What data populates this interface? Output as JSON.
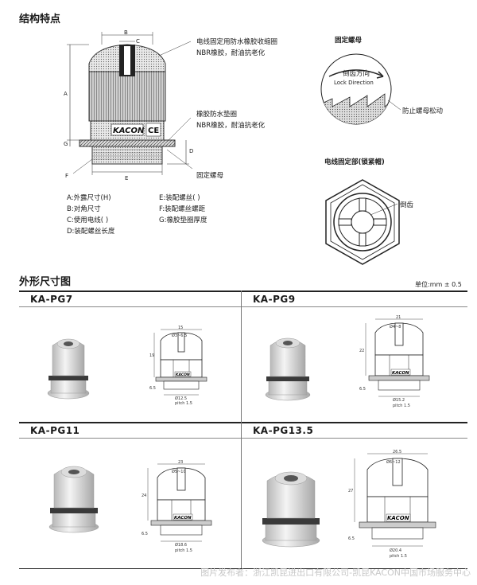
{
  "section1": {
    "title": "结构特点",
    "dims": {
      "A": "A",
      "B": "B",
      "C": "C",
      "D": "D",
      "E": "E",
      "F": "F",
      "G": "G"
    },
    "brand": "KACON",
    "ce": "CE",
    "callouts": {
      "seal_name": "电线固定用防水橡胶收缩圈",
      "seal_mat": "NBR橡胶，耐油抗老化",
      "gasket_name": "橡胶防水垫圈",
      "gasket_mat": "NBR橡胶，耐油抗老化",
      "nut": "固定螺母"
    },
    "legend": [
      "A:外露尺寸(H)",
      "B:对角尺寸",
      "C:使用电线(  )",
      "D:装配螺丝长度",
      "E:装配螺丝(  )",
      "F:装配螺丝螺距",
      "G:橡胶垫圈厚度"
    ],
    "nut_detail": {
      "title": "固定螺母",
      "arrow_cn": "倒齿方向",
      "arrow_en": "Lock Direction",
      "anti_loose": "防止螺母松动"
    },
    "clamp_detail": {
      "title": "电线固定部(锁紧帽)",
      "teeth": "倒齿"
    }
  },
  "section2": {
    "title": "外形尺寸图",
    "unit": "单位:mm ± 0.5",
    "models": [
      {
        "name": "KA-PG7",
        "dim_top": "15",
        "dim_top2": "Ø3~6.5",
        "dim_h": "19",
        "dim_g": "6.5",
        "dim_thread": "Ø12.5",
        "pitch": "pitch 1.5",
        "brand": "KACON"
      },
      {
        "name": "KA-PG9",
        "dim_top": "21",
        "dim_top2": "Ø4~8",
        "dim_h": "22",
        "dim_g": "6.5",
        "dim_thread": "Ø15.2",
        "pitch": "pitch 1.5",
        "brand": "KACON"
      },
      {
        "name": "KA-PG11",
        "dim_top": "23",
        "dim_top2": "Ø5~10",
        "dim_h": "24",
        "dim_g": "6.5",
        "dim_thread": "Ø18.6",
        "pitch": "pitch 1.5",
        "brand": "KACON"
      },
      {
        "name": "KA-PG13.5",
        "dim_top": "26.5",
        "dim_top2": "Ø6~12",
        "dim_h": "27",
        "dim_g": "6.5",
        "dim_thread": "Ø20.4",
        "pitch": "pitch 1.5",
        "brand": "KACON"
      }
    ]
  },
  "footer": {
    "credit": "图片发布者：浙江凯昆进出口有限公司-凯昆KACON中国市场服务中心"
  }
}
